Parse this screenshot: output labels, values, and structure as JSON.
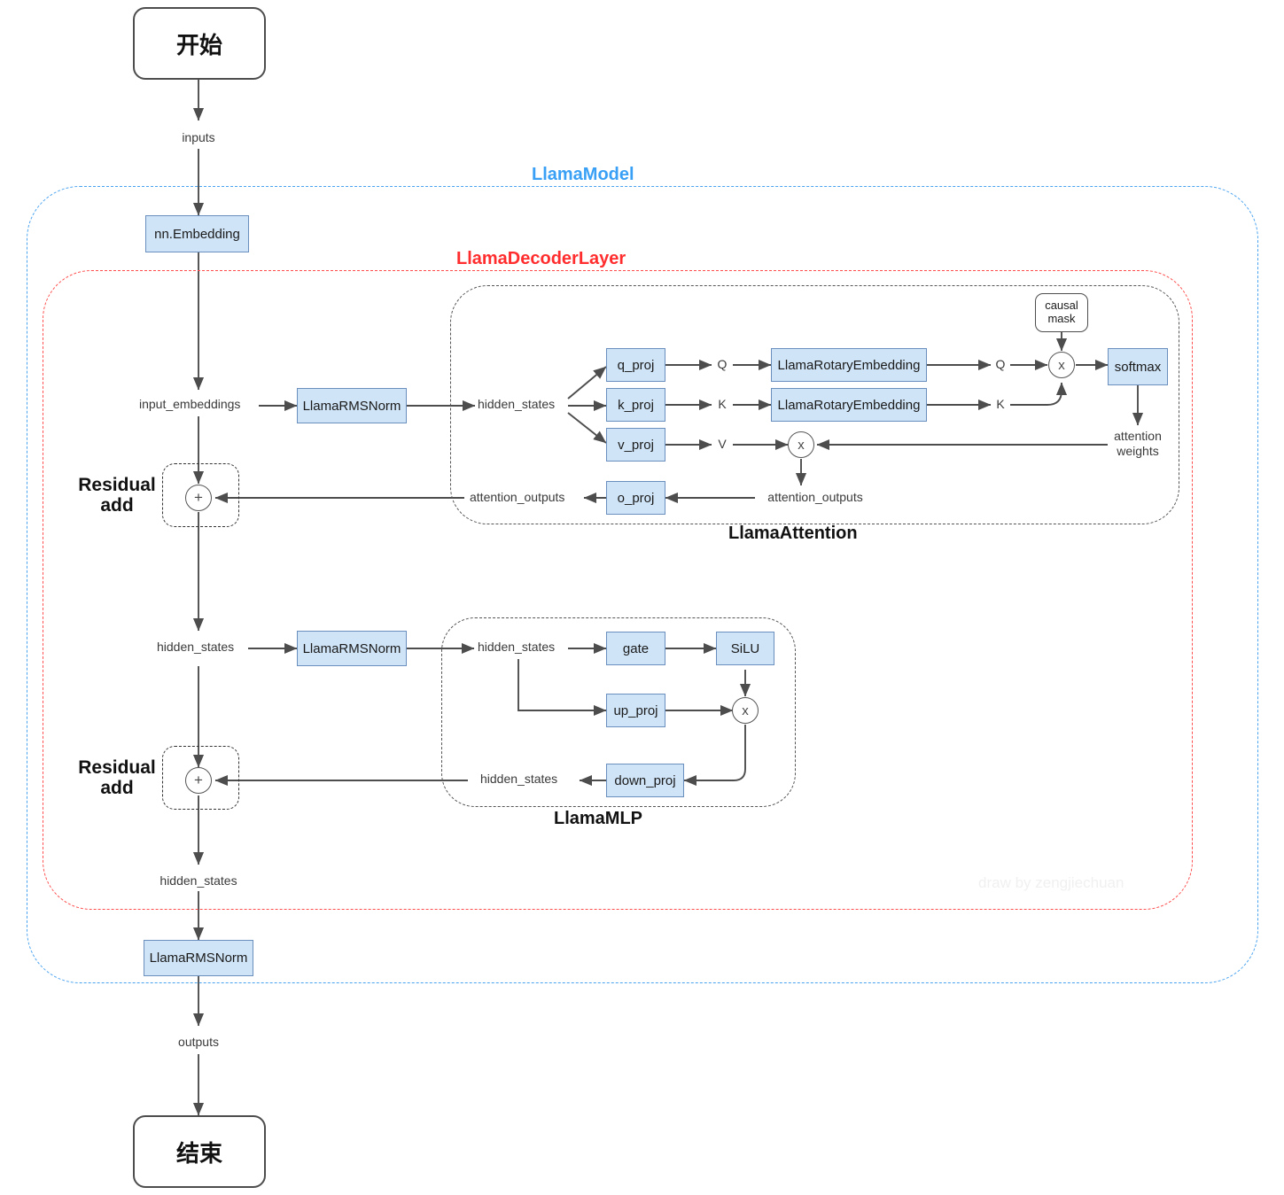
{
  "diagram": {
    "title": "LLaMA model forward pass flowchart",
    "watermark": "draw by zengjiechuan",
    "colors": {
      "model_group": "#4aa3f0",
      "decoder_group": "#ff4d4d",
      "box_fill": "#cfe4f7",
      "box_border": "#6a8fbf",
      "edge": "#4d4d4d"
    }
  },
  "terminals": {
    "start": "开始",
    "end": "结束"
  },
  "groups": {
    "model": "LlamaModel",
    "decoder": "LlamaDecoderLayer",
    "attention": "LlamaAttention",
    "mlp": "LlamaMLP",
    "residual_add_1": "Residual\nadd",
    "residual_add_2": "Residual\nadd"
  },
  "residual": {
    "caption_line1": "Residual",
    "caption_line2": "add",
    "operator": "+"
  },
  "nodes": {
    "embedding": "nn.Embedding",
    "rmsnorm_attn": "LlamaRMSNorm",
    "rmsnorm_mlp": "LlamaRMSNorm",
    "rmsnorm_final": "LlamaRMSNorm",
    "q_proj": "q_proj",
    "k_proj": "k_proj",
    "v_proj": "v_proj",
    "o_proj": "o_proj",
    "rope_q": "LlamaRotaryEmbedding",
    "rope_k": "LlamaRotaryEmbedding",
    "softmax": "softmax",
    "causal_mask_l1": "causal",
    "causal_mask_l2": "mask",
    "gate": "gate",
    "silu": "SiLU",
    "up_proj": "up_proj",
    "down_proj": "down_proj",
    "mul_qk": "x",
    "mul_av": "x",
    "mul_mlp": "x"
  },
  "edge_labels": {
    "inputs": "inputs",
    "input_embeddings": "input_embeddings",
    "hidden_states_attn": "hidden_states",
    "hidden_states_mlp_in": "hidden_states",
    "hidden_states_mlp_entry": "hidden_states",
    "hidden_states_mlp_out": "hidden_states",
    "hidden_states_decoder_out": "hidden_states",
    "Q1": "Q",
    "K1": "K",
    "V1": "V",
    "Q2": "Q",
    "K2": "K",
    "attention_weights_l1": "attention",
    "attention_weights_l2": "weights",
    "attention_outputs_right": "attention_outputs",
    "attention_outputs_left": "attention_outputs",
    "outputs": "outputs"
  }
}
